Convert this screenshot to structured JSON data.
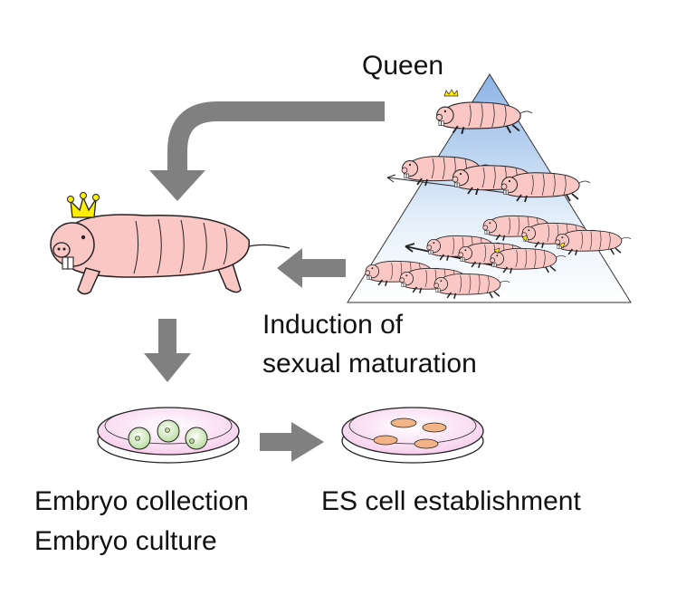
{
  "labels": {
    "queen": "Queen",
    "induction_line1": "Induction of",
    "induction_line2": "sexual maturation",
    "embryo_collection": "Embryo collection",
    "embryo_culture": "Embryo culture",
    "es_cell": "ES cell establishment"
  },
  "colors": {
    "arrow_gray": "#808080",
    "mole_rat_pink": "#fbc7c5",
    "crown_yellow": "#ffee00",
    "pyramid_blue": "#8cb4e6",
    "dish_pink": "#f6c7ea",
    "embryo_green": "#d8ecc3",
    "es_colony_orange": "#f2b487"
  },
  "icons": {
    "queen_mole_rat": "crowned-naked-mole-rat-icon",
    "colony_pyramid": "colony-hierarchy-pyramid-icon",
    "embryo_dish": "petri-dish-embryos-icon",
    "es_dish": "petri-dish-es-cells-icon"
  }
}
